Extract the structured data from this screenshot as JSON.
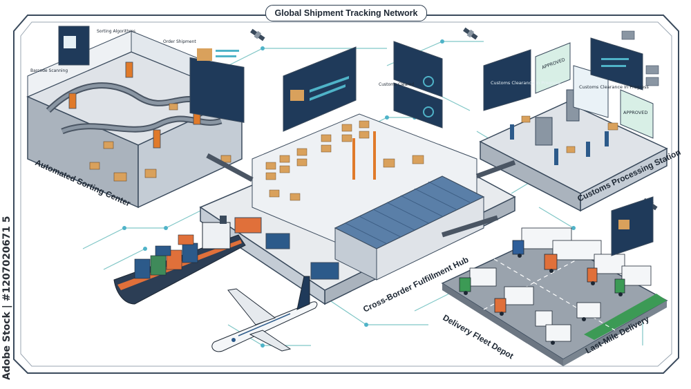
{
  "header": {
    "title": "Global Shipment Tracking Network"
  },
  "zones": {
    "sorting": {
      "label": "Automated Sorting Center"
    },
    "customs": {
      "label": "Customs Processing Station"
    },
    "hub": {
      "label": "Cross-Border Fulfillment Hub"
    },
    "fleet": {
      "label": "Delivery Fleet Depot"
    },
    "lastmile": {
      "label": "Last-Mile Delivery"
    }
  },
  "small_labels": {
    "barcode": "Barcode Scanning",
    "algorithms": "Sorting Algorithms",
    "order": "Order Shipment",
    "customs_cleared": "Customs Cleared",
    "clearance_1": "Customs Clearance In Progress",
    "clearance_2": "Customs Clearance In Progress",
    "approved_1": "APPROVED",
    "approved_2": "APPROVED"
  },
  "watermark": "Adobe Stock | #1207020671 5",
  "colors": {
    "frame": "#3a4a5c",
    "floor": "#dfe3e8",
    "floor_dark": "#aab3bd",
    "screen": "#1f3a5a",
    "screen_accent": "#4fb3c8",
    "box": "#d9a15c",
    "robot": "#e07a2a",
    "container_orange": "#e0703a",
    "container_blue": "#2c5a8a",
    "container_green": "#3f8a5a",
    "truck_blue": "#2f5f9a",
    "truck_green": "#3c9a55",
    "roof": "#5a7fa8",
    "network": "#7fc6c6"
  }
}
